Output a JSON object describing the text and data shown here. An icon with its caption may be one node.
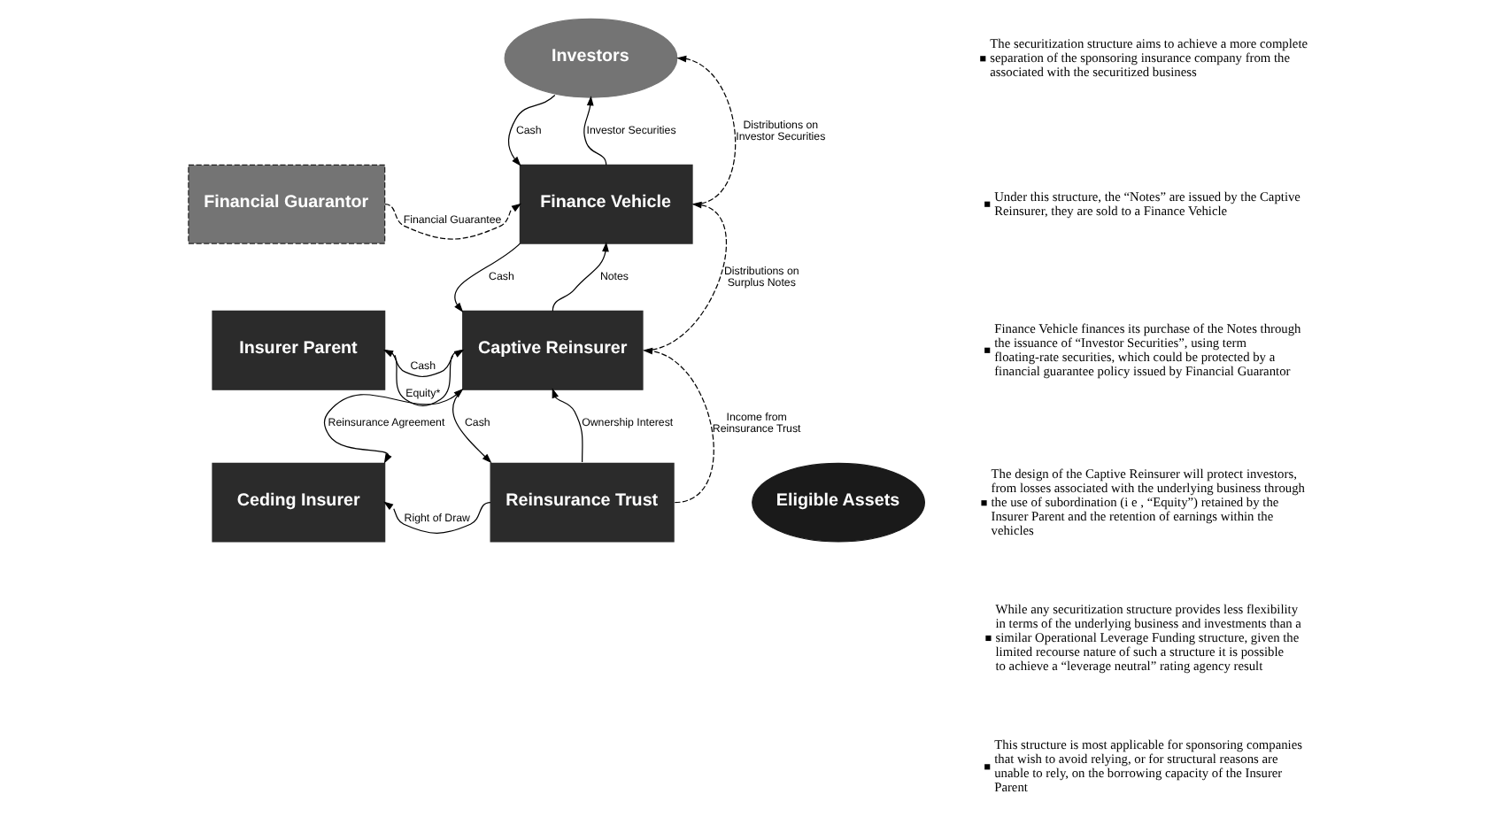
{
  "diagram": {
    "nodes": [
      {
        "text": [
          "Investors"
        ]
      },
      {
        "text": [
          "Financial Guarantor"
        ]
      },
      {
        "text": [
          "Finance Vehicle"
        ]
      },
      {
        "text": [
          "Insurer Parent"
        ]
      },
      {
        "text": [
          "Captive Reinsurer"
        ]
      },
      {
        "text": [
          "Ceding Insurer"
        ]
      },
      {
        "text": [
          "Reinsurance Trust"
        ]
      },
      {
        "text": [
          "Eligible Assets"
        ]
      }
    ],
    "edges": [
      {
        "from": 0,
        "to": 2,
        "arrow": "to",
        "label": "Cash"
      },
      {
        "from": 2,
        "to": 0,
        "arrow": "to",
        "label": "Investor Securities"
      },
      {
        "from": 2,
        "to": 0,
        "arrow": "to",
        "label": "Distributions on Investor Securities",
        "style": "dashed"
      },
      {
        "from": 1,
        "to": 2,
        "arrow": "to",
        "label": "Financial Guarantee",
        "style": "dashed"
      },
      {
        "from": 2,
        "to": 4,
        "arrow": "to",
        "label": "Cash"
      },
      {
        "from": 4,
        "to": 2,
        "arrow": "to",
        "label": "Notes"
      },
      {
        "from": 4,
        "to": 2,
        "arrow": "to",
        "label": "Distributions on Surplus Notes",
        "style": "dashed"
      },
      {
        "from": 3,
        "to": 4,
        "arrow": "to",
        "label": "Cash"
      },
      {
        "from": 4,
        "to": 3,
        "arrow": "to",
        "label": "Equity*"
      },
      {
        "from": 4,
        "to": 5,
        "arrow": "both",
        "label": "Reinsurance Agreement"
      },
      {
        "from": 4,
        "to": 6,
        "arrow": "to",
        "label": "Cash"
      },
      {
        "from": 6,
        "to": 4,
        "arrow": "to",
        "label": "Ownership Interest"
      },
      {
        "from": 6,
        "to": 4,
        "arrow": "to",
        "label": "Income from Reinsurance Trust",
        "style": "dashed"
      },
      {
        "from": 6,
        "to": 5,
        "arrow": "to",
        "label": "Right of Draw"
      }
    ],
    "labels": [
      "The securitization structure aims to achieve a more complete separation of the sponsoring insurance company from the associated with the securitized business",
      "Under this structure, the “Notes” are issued by the Captive Reinsurer, they are sold to a Finance Vehicle",
      "Finance Vehicle finances its purchase of the Notes through the issuance of “Investor Securities”, using term floating-rate securities, which could be protected by a financial guarantee policy issued by Financial Guarantor",
      "The design of the Captive Reinsurer will protect investors, from losses associated with the underlying business through the use of subordination (i e , “Equity”) retained by the Insurer Parent and the retention of earnings within the vehicles",
      "While any securitization structure provides less flexibility in terms of the underlying business and investments than a similar Operational Leverage Funding structure, given the limited recourse nature of such a structure it is possible to achieve a “leverage neutral” rating agency result",
      "This structure is most applicable for sponsoring companies that wish to avoid relying, or for structural reasons are unable to rely, on the borrowing capacity of the Insurer Parent"
    ]
  }
}
